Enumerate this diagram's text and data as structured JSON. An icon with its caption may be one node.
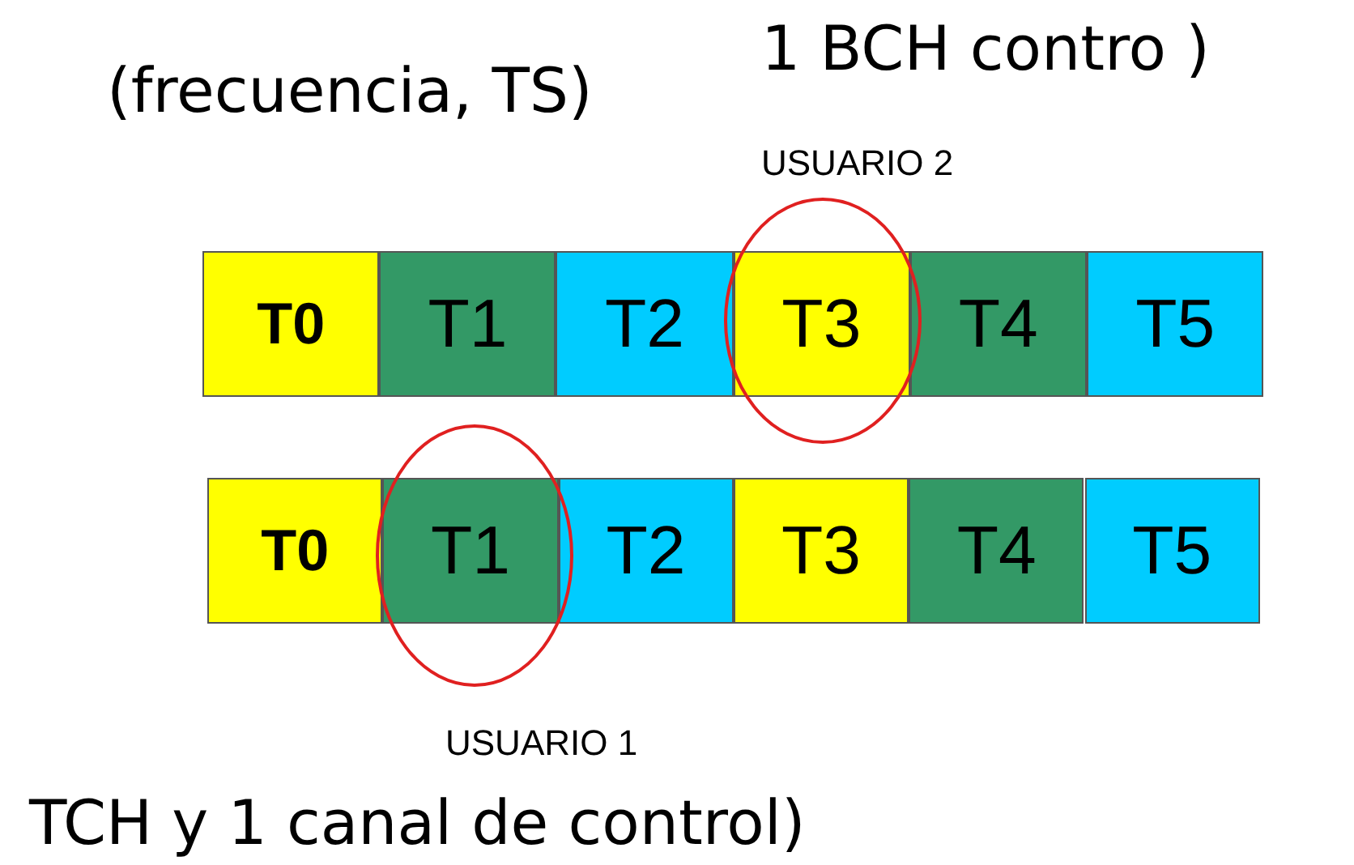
{
  "diagram": {
    "nodes": [
      {
        "text": [
          "T0"
        ]
      },
      {
        "text": [
          "T1"
        ]
      },
      {
        "text": [
          "T2"
        ]
      },
      {
        "text": [
          "T3"
        ]
      },
      {
        "text": [
          "T4"
        ]
      },
      {
        "text": [
          "T5"
        ]
      },
      {
        "text": [
          "T0"
        ]
      },
      {
        "text": [
          "T1"
        ]
      },
      {
        "text": [
          "T2"
        ]
      },
      {
        "text": [
          "T3"
        ]
      },
      {
        "text": [
          "T4"
        ]
      },
      {
        "text": [
          "T5"
        ]
      }
    ],
    "labels": [
      "(frecuencia, TS)",
      "1 BCH contro )",
      "USUARIO 2",
      "USUARIO 1",
      "TCH y 1 canal de control)"
    ]
  }
}
